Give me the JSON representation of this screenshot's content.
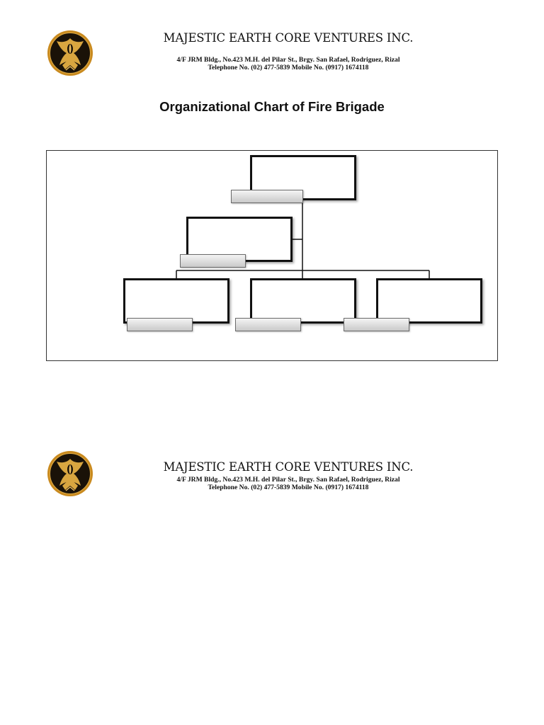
{
  "letterhead": {
    "company_name": "MAJESTIC EARTH CORE VENTURES INC.",
    "address": "4/F JRM Bldg., No.423 M.H. del Pilar St., Brgy. San Rafael, Rodriguez, Rizal",
    "phone": "Telephone No. (02) 477-5839   Mobile No. (0917) 1674118",
    "logo_icon": "phoenix-emblem-logo",
    "logo_colors": {
      "ring": "#c98a1f",
      "fill": "#1a1208",
      "accent": "#d9a640"
    }
  },
  "chart": {
    "title": "Organizational Chart of Fire Brigade",
    "positions": [
      {
        "role": "",
        "level": 1
      },
      {
        "role": "",
        "level": 2
      },
      {
        "role": "",
        "level": 3
      },
      {
        "role": "",
        "level": 3
      },
      {
        "role": "",
        "level": 3
      }
    ]
  }
}
